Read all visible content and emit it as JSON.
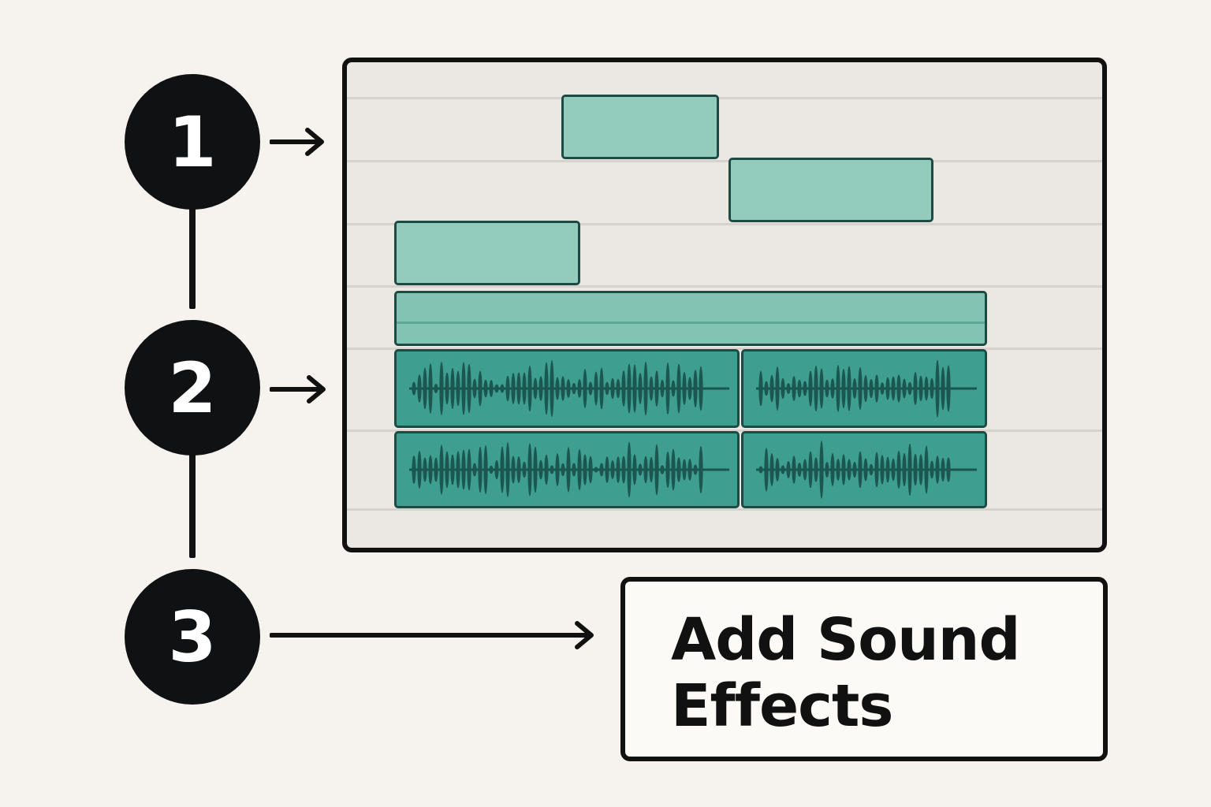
{
  "steps": [
    {
      "number": "1"
    },
    {
      "number": "2"
    },
    {
      "number": "3"
    }
  ],
  "label": {
    "text": "Add Sound Effects"
  },
  "colors": {
    "background": "#f6f3ee",
    "step_fill": "#0f1112",
    "panel_fill": "#ebe8e3",
    "clip_fill": "#93cbbd",
    "audio_fill": "#3e9f90",
    "waveform": "#1b5750"
  }
}
